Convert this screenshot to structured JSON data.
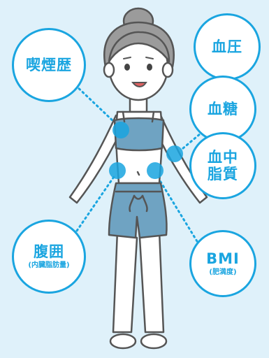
{
  "colors": {
    "accent": "#1aa5e0",
    "background": "#dff1fa",
    "skin": "#ffffff",
    "hair": "#9b9b9b",
    "outfit": "#6fa3c2",
    "outline": "#555555"
  },
  "bubbles": {
    "smoking": {
      "label": "喫煙歴"
    },
    "blood_pressure": {
      "label": "血圧"
    },
    "blood_sugar": {
      "label": "血糖"
    },
    "blood_lipid": {
      "label": "血中\n脂質"
    },
    "waist": {
      "label": "腹囲",
      "sub": "(内臓脂肪量)"
    },
    "bmi": {
      "label": "BMI",
      "sub": "(肥満度)"
    }
  }
}
